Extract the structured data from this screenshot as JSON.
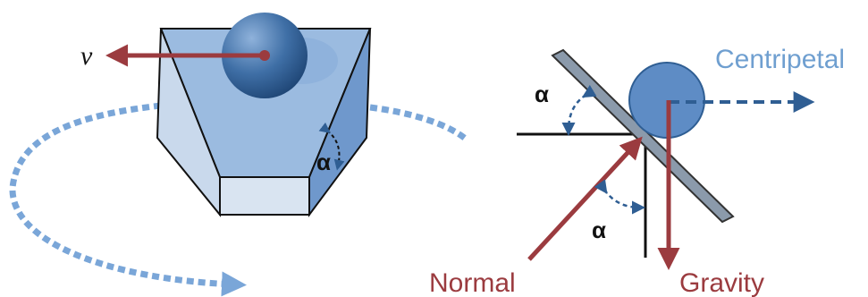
{
  "left_figure": {
    "velocity_label": "v",
    "angle_label": "α"
  },
  "right_figure": {
    "angle_top_label": "α",
    "angle_bottom_label": "α",
    "centripetal_label": "Centripetal",
    "normal_label": "Normal",
    "gravity_label": "Gravity"
  },
  "colors": {
    "red": "#9b3b3f",
    "blue_text": "#6f9fd0",
    "blue_dash": "#7aa6d8",
    "dark_blue": "#2f5e93",
    "ball": "#5e8cc5",
    "plate": "#8b9aab"
  }
}
